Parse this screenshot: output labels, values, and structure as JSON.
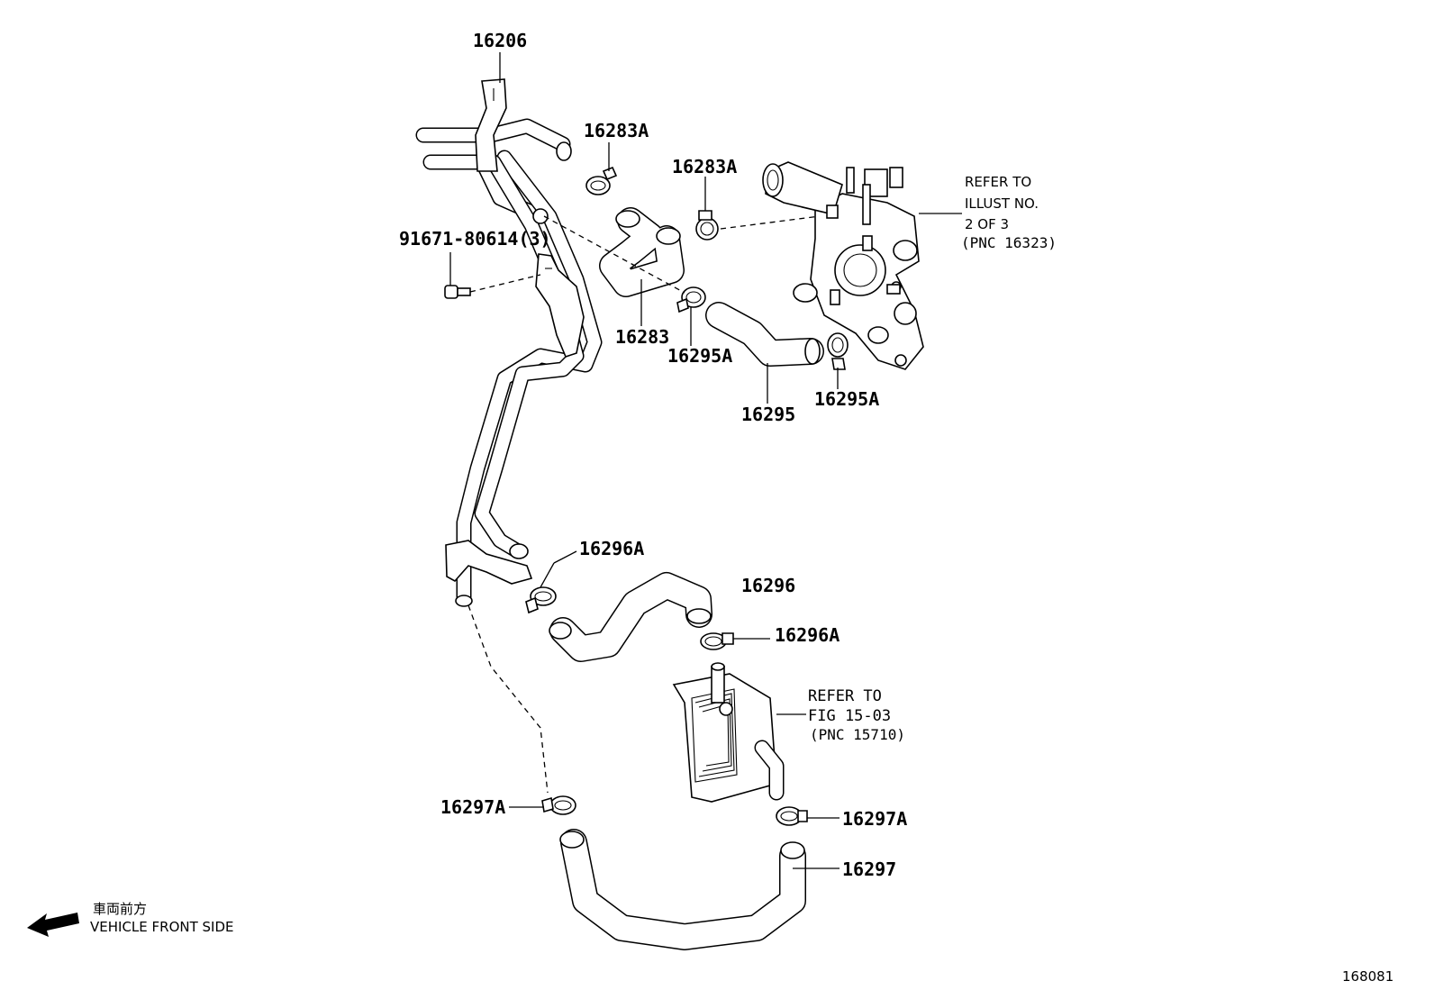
{
  "labels": {
    "p16206": "16206",
    "p16283A_1": "16283A",
    "p16283A_2": "16283A",
    "p91671": "91671-80614(3)",
    "p16283": "16283",
    "p16295A_1": "16295A",
    "p16295": "16295",
    "p16295A_2": "16295A",
    "p16296A_1": "16296A",
    "p16296": "16296",
    "p16296A_2": "16296A",
    "p16297A_1": "16297A",
    "p16297A_2": "16297A",
    "p16297": "16297"
  },
  "refer_top": [
    "REFER TO",
    "ILLUST NO.",
    "2 OF 3",
    "(PNC 16323)"
  ],
  "refer_mid": [
    "REFER TO",
    "FIG 15-03",
    "(PNC 15710)"
  ],
  "direction": {
    "jp": "車両前方",
    "en": "VEHICLE FRONT SIDE"
  },
  "figure_number": "168081"
}
